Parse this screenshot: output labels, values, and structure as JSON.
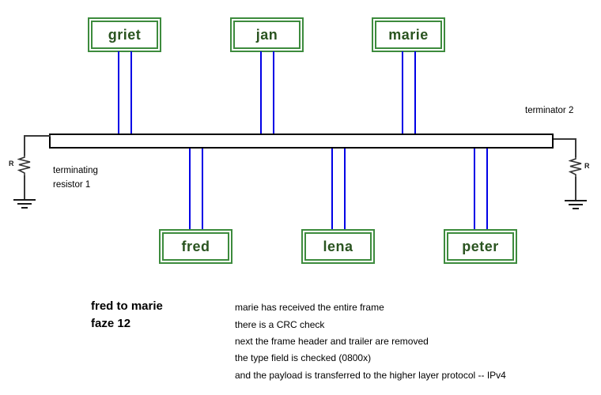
{
  "diagram": {
    "top_nodes": [
      {
        "label": "griet"
      },
      {
        "label": "jan"
      },
      {
        "label": "marie"
      }
    ],
    "bottom_nodes": [
      {
        "label": "fred"
      },
      {
        "label": "lena"
      },
      {
        "label": "peter"
      }
    ],
    "left_terminator": {
      "r_label": "R",
      "caption_line1": "terminating",
      "caption_line2": "resistor 1"
    },
    "right_terminator": {
      "r_label": "R",
      "caption": "terminator 2"
    }
  },
  "annotation": {
    "heading_line1": "fred to marie",
    "heading_line2": "faze 12",
    "lines": [
      "marie has received the entire frame",
      "there is a CRC check",
      "next the frame header and trailer are removed",
      "the type field is checked (0800x)",
      "and the payload is transferred to the higher layer protocol -- IPv4"
    ]
  },
  "colors": {
    "node_border": "#3d8b3d",
    "node_text": "#2a5420",
    "connection_blue": "#0000e6",
    "bus_border": "#000000",
    "wire": "#3a3a3a",
    "text": "#000000"
  }
}
